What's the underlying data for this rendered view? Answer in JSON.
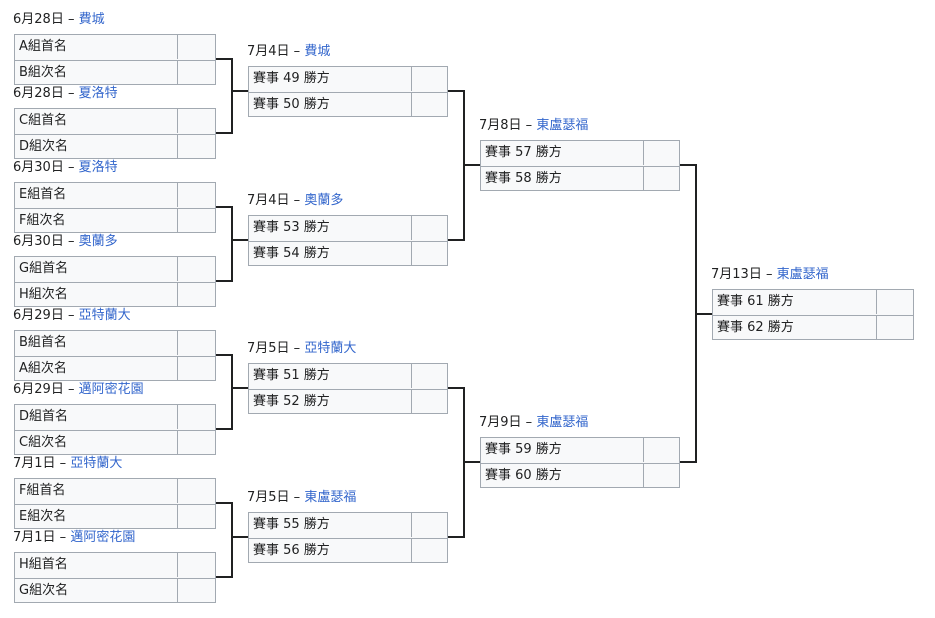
{
  "rounds": [
    {
      "name": "round_of_16",
      "matches": [
        {
          "date": "6月28日",
          "venue": "費城",
          "teams": [
            "A組首名",
            "B組次名"
          ]
        },
        {
          "date": "6月28日",
          "venue": "夏洛特",
          "teams": [
            "C組首名",
            "D組次名"
          ]
        },
        {
          "date": "6月30日",
          "venue": "夏洛特",
          "teams": [
            "E組首名",
            "F組次名"
          ]
        },
        {
          "date": "6月30日",
          "venue": "奧蘭多",
          "teams": [
            "G組首名",
            "H組次名"
          ]
        },
        {
          "date": "6月29日",
          "venue": "亞特蘭大",
          "teams": [
            "B組首名",
            "A組次名"
          ]
        },
        {
          "date": "6月29日",
          "venue": "邁阿密花園",
          "teams": [
            "D組首名",
            "C組次名"
          ]
        },
        {
          "date": "7月1日",
          "venue": "亞特蘭大",
          "teams": [
            "F組首名",
            "E組次名"
          ]
        },
        {
          "date": "7月1日",
          "venue": "邁阿密花園",
          "teams": [
            "H組首名",
            "G組次名"
          ]
        }
      ]
    },
    {
      "name": "quarterfinals",
      "matches": [
        {
          "date": "7月4日",
          "venue": "費城",
          "teams": [
            "賽事 49 勝方",
            "賽事 50 勝方"
          ]
        },
        {
          "date": "7月4日",
          "venue": "奧蘭多",
          "teams": [
            "賽事 53 勝方",
            "賽事 54 勝方"
          ]
        },
        {
          "date": "7月5日",
          "venue": "亞特蘭大",
          "teams": [
            "賽事 51 勝方",
            "賽事 52 勝方"
          ]
        },
        {
          "date": "7月5日",
          "venue": "東盧瑟福",
          "teams": [
            "賽事 55 勝方",
            "賽事 56 勝方"
          ]
        }
      ]
    },
    {
      "name": "semifinals",
      "matches": [
        {
          "date": "7月8日",
          "venue": "東盧瑟福",
          "teams": [
            "賽事 57 勝方",
            "賽事 58 勝方"
          ]
        },
        {
          "date": "7月9日",
          "venue": "東盧瑟福",
          "teams": [
            "賽事 59 勝方",
            "賽事 60 勝方"
          ]
        }
      ]
    },
    {
      "name": "final",
      "matches": [
        {
          "date": "7月13日",
          "venue": "東盧瑟福",
          "teams": [
            "賽事 61 勝方",
            "賽事 62 勝方"
          ]
        }
      ]
    }
  ],
  "separator": "–",
  "colors": {
    "link": "#3366cc",
    "border": "#a2a9b1",
    "cell_bg": "#f8f9fa",
    "line": "#202122"
  }
}
